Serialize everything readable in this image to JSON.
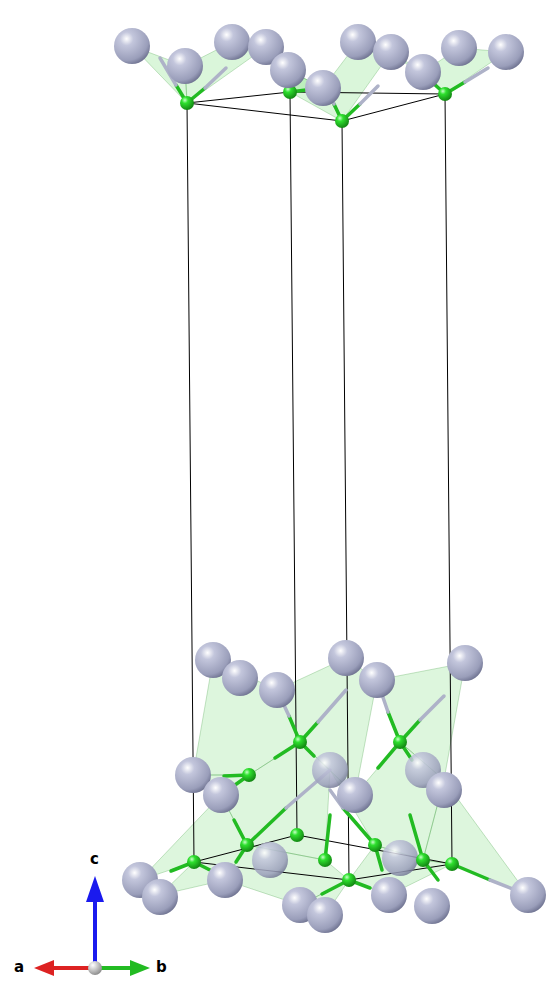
{
  "diagram": {
    "labels": [
      "c",
      "a",
      "b"
    ]
  }
}
